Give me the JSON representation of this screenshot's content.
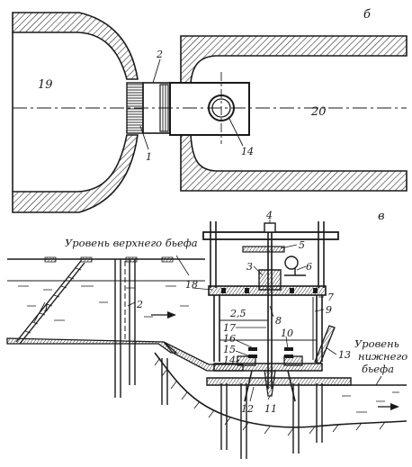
{
  "view_letters": {
    "top": "б",
    "bottom": "в"
  },
  "captions": {
    "upper_level": "Уровень верхнего бьефа",
    "lower_level_line1": "Уровень",
    "lower_level_line2": "нижнего",
    "lower_level_line3": "бьефа"
  },
  "top_labels": {
    "n19": "19",
    "n20": "20",
    "n2": "2",
    "n1": "1",
    "n14": "14"
  },
  "bottom_labels": {
    "n4": "4",
    "n5": "5",
    "n3": "3",
    "n6": "6",
    "n1": "1",
    "n2": "2",
    "n18": "18",
    "n7": "7",
    "n9": "9",
    "n8": "8",
    "n17": "17",
    "n16": "16",
    "n15": "15",
    "n14": "14",
    "n10": "10",
    "n13": "13",
    "n12": "12",
    "n11": "11"
  },
  "dimension": "2,5"
}
